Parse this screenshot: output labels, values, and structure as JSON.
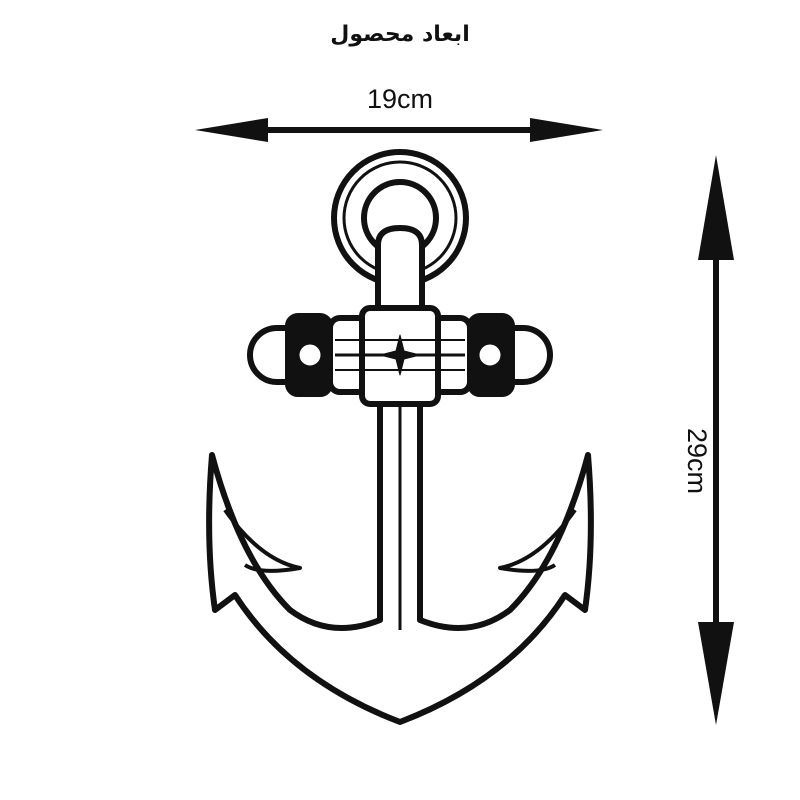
{
  "title": "ابعاد محصول",
  "dimensions": {
    "width_label": "19cm",
    "height_label": "29cm"
  },
  "colors": {
    "ink": "#111111",
    "background": "#ffffff"
  }
}
